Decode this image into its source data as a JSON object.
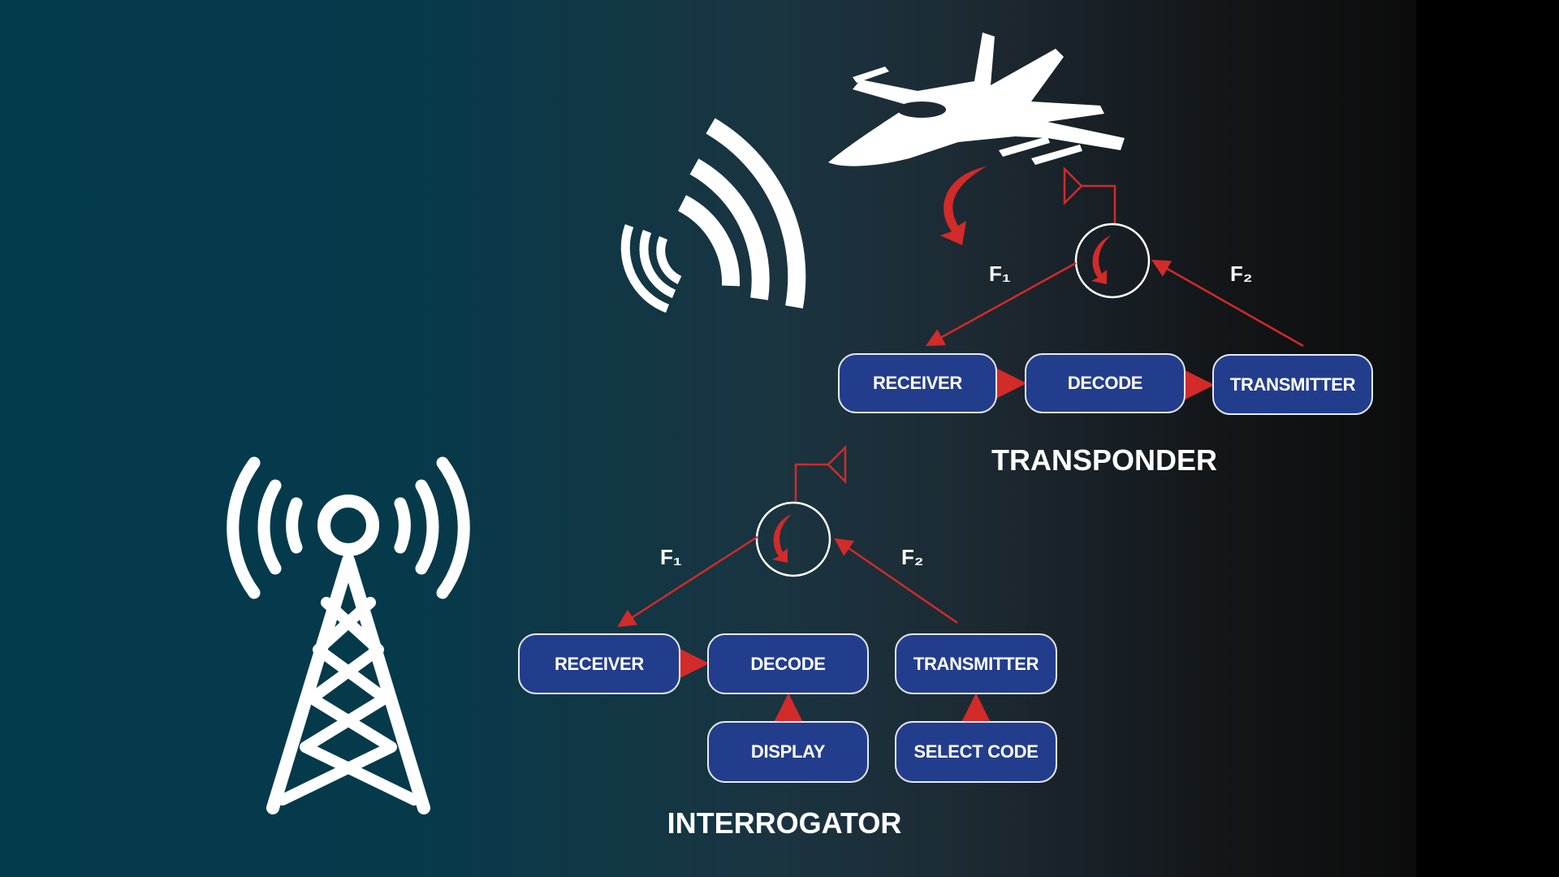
{
  "transponder": {
    "title": "TRANSPONDER",
    "boxes": [
      "RECEIVER",
      "DECODE",
      "TRANSMITTER"
    ],
    "f1": "F₁",
    "f2": "F₂"
  },
  "interrogator": {
    "title": "INTERROGATOR",
    "boxes": [
      "RECEIVER",
      "DECODE",
      "TRANSMITTER",
      "DISPLAY",
      "SELECT CODE"
    ],
    "f1": "F₁",
    "f2": "F₂"
  },
  "icons": [
    "radio-tower-icon",
    "signal-waves-icon",
    "fighter-jet-icon",
    "antenna-icon",
    "circulator-icon"
  ],
  "colors": {
    "box": "#233d8d",
    "arrow": "#d32a2a",
    "text": "#ffffff"
  }
}
